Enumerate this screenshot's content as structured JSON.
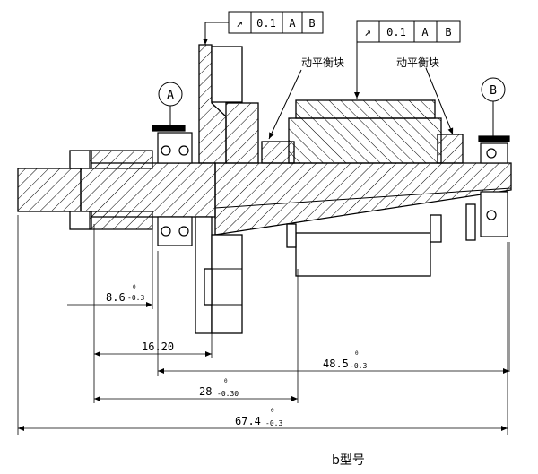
{
  "figure": {
    "caption": "b型号",
    "datum_a": "A",
    "datum_b": "B",
    "balance_block_label": "动平衡块"
  },
  "tolerance_frames": [
    {
      "symbol": "↗",
      "value": "0.1",
      "datum1": "A",
      "datum2": "B"
    },
    {
      "symbol": "↗",
      "value": "0.1",
      "datum1": "A",
      "datum2": "B"
    }
  ],
  "dimensions": [
    {
      "value": "8.6",
      "upper": "0",
      "lower": "-0.3"
    },
    {
      "value": "16.20",
      "upper": "",
      "lower": ""
    },
    {
      "value": "48.5",
      "upper": "0",
      "lower": "-0.3"
    },
    {
      "value": "28",
      "upper": "0",
      "lower": "-0.30"
    },
    {
      "value": "67.4",
      "upper": "0",
      "lower": "-0.3"
    }
  ],
  "colors": {
    "line": "#000000",
    "background": "#ffffff"
  }
}
